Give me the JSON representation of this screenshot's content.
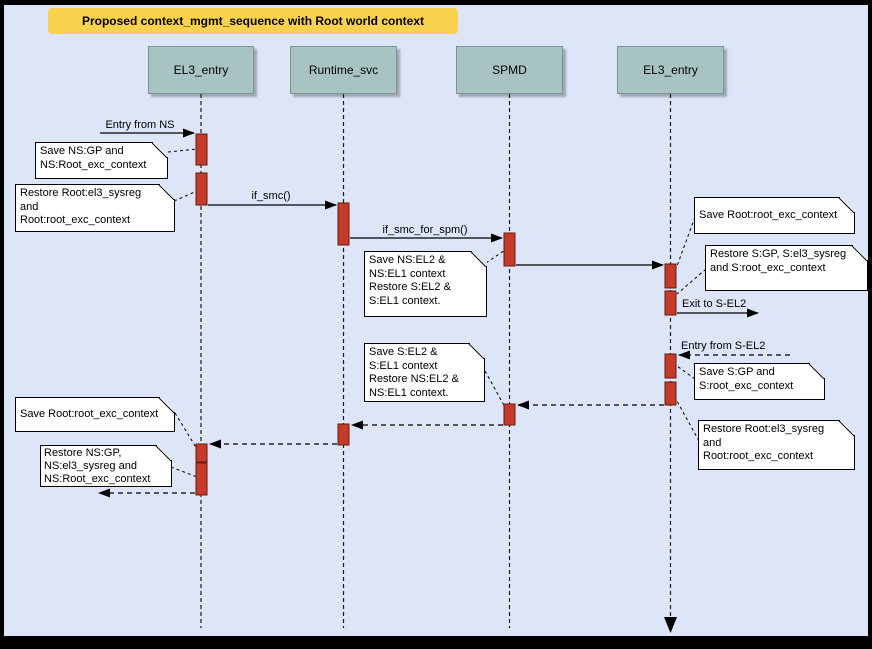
{
  "title": {
    "text": "Proposed context_mgmt_sequence with Root world context"
  },
  "lifelines": [
    {
      "label": "EL3_entry"
    },
    {
      "label": "Runtime_svc"
    },
    {
      "label": "SPMD"
    },
    {
      "label": "EL3_entry"
    }
  ],
  "messages": [
    {
      "label": "Entry from NS"
    },
    {
      "label": "if_smc()"
    },
    {
      "label": "if_smc_for_spm()"
    },
    {
      "label": "Exit to S-EL2"
    },
    {
      "label": "Entry from S-EL2"
    }
  ],
  "notes": [
    {
      "text": "Save NS:GP and\nNS:Root_exc_context"
    },
    {
      "text": "Restore Root:el3_sysreg\nand\nRoot:root_exc_context"
    },
    {
      "text": "Save NS:EL2 &\nNS:EL1 context\nRestore S:EL2 &\nS:EL1 context."
    },
    {
      "text": "Save Root:root_exc_context"
    },
    {
      "text": "Restore S:GP, S:el3_sysreg\nand S:root_exc_context"
    },
    {
      "text": "Save S:EL2 &\nS:EL1 context\nRestore NS:EL2 &\nNS:EL1 context."
    },
    {
      "text": "Save S:GP and\nS:root_exc_context"
    },
    {
      "text": "Restore Root:el3_sysreg\nand\nRoot:root_exc_context"
    },
    {
      "text": "Save Root:root_exc_context"
    },
    {
      "text": "Restore NS:GP,\nNS:el3_sysreg and\nNS:Root_exc_context"
    }
  ],
  "colors": {
    "background": "#dde5f8",
    "frame": "#000000",
    "title_bg": "#fbd24e",
    "lifeline_header_bg": "#a7c4c2",
    "activation_bar": "#c43b2a",
    "note_bg": "#ffffff"
  }
}
